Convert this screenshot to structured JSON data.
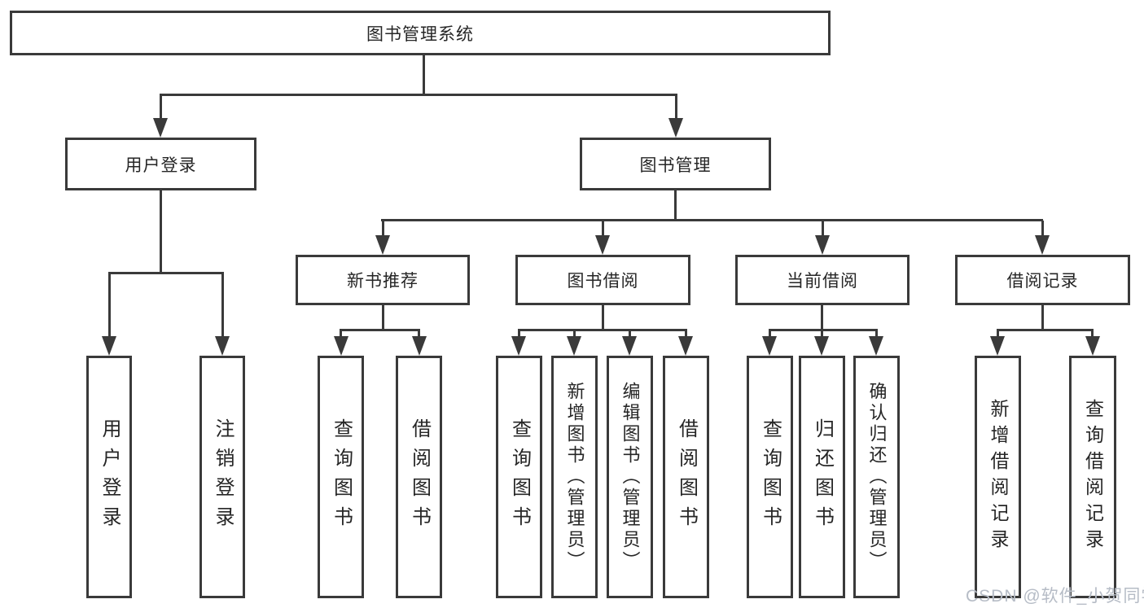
{
  "nodes": {
    "root": "图书管理系统",
    "level2": {
      "user_login": "用户登录",
      "book_management": "图书管理"
    },
    "level3": {
      "new_book_recommend": "新书推荐",
      "book_borrow": "图书借阅",
      "current_borrow": "当前借阅",
      "borrow_records": "借阅记录"
    },
    "leaves": {
      "user_login": "用户登录",
      "logout": "注销登录",
      "query_book_1": "查询图书",
      "borrow_book_1": "借阅图书",
      "query_book_2": "查询图书",
      "add_book_admin": "新增图书（管理员）",
      "edit_book_admin": "编辑图书（管理员）",
      "borrow_book_2": "借阅图书",
      "query_book_3": "查询图书",
      "return_book": "归还图书",
      "confirm_return_admin": "确认归还（管理员）",
      "add_borrow_record": "新增借阅记录",
      "query_borrow_record": "查询借阅记录"
    }
  },
  "watermark": {
    "text": "CSDN @软件_小贺同学",
    "color": "#b6bcc6"
  },
  "colors": {
    "line": "#3a3a3a",
    "box_border": "#3a3a3a",
    "text": "#262626",
    "background": "#ffffff"
  }
}
